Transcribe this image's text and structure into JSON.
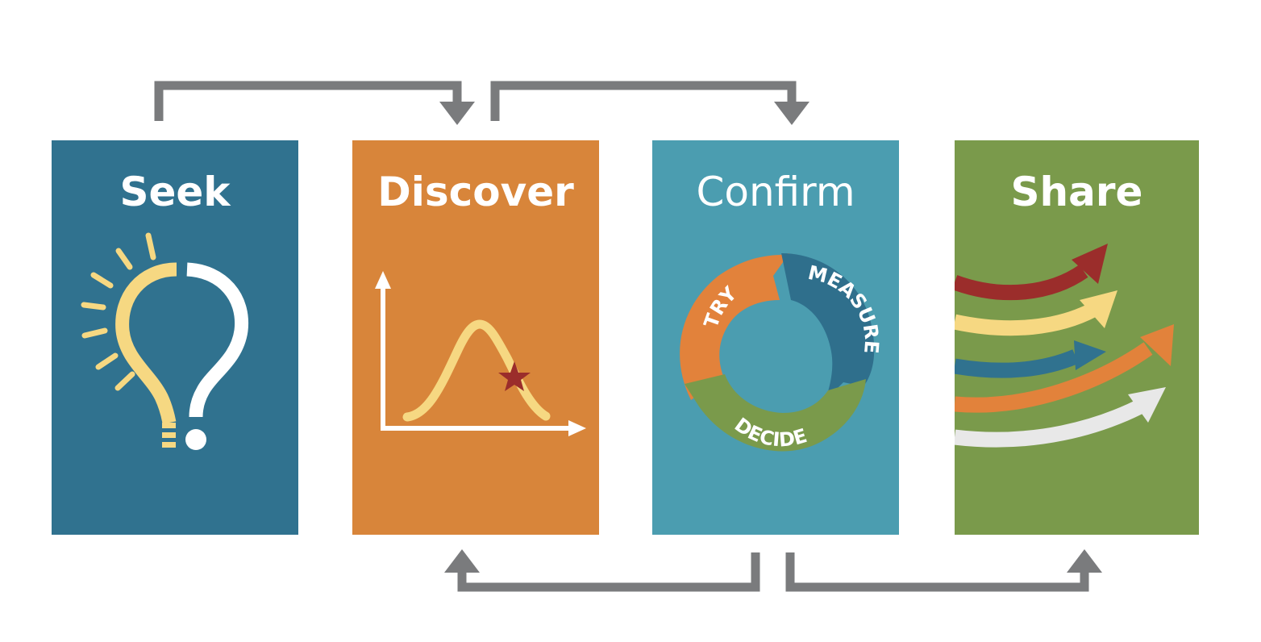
{
  "stages": [
    {
      "title": "Seek",
      "color": "#30728f",
      "icon": "lightbulb-question-icon"
    },
    {
      "title": "Discover",
      "color": "#d8853a",
      "icon": "bell-curve-star-icon"
    },
    {
      "title": "Confirm",
      "color": "#4b9db0",
      "icon": "cycle-icon"
    },
    {
      "title": "Share",
      "color": "#7a9a4b",
      "icon": "spreading-arrows-icon"
    }
  ],
  "cycle": {
    "steps": [
      "TRY",
      "MEASURE",
      "DECIDE"
    ],
    "colors": [
      "#e2823b",
      "#2f6f8c",
      "#7a9a4b"
    ]
  },
  "connector_color": "#7a7b7d",
  "accent_colors": {
    "bulb": "#f6d882",
    "star": "#9b2d2b",
    "share_arrows": [
      "#9b2d2b",
      "#f6d882",
      "#30728f",
      "#e2823b",
      "#e8e8e8"
    ]
  }
}
